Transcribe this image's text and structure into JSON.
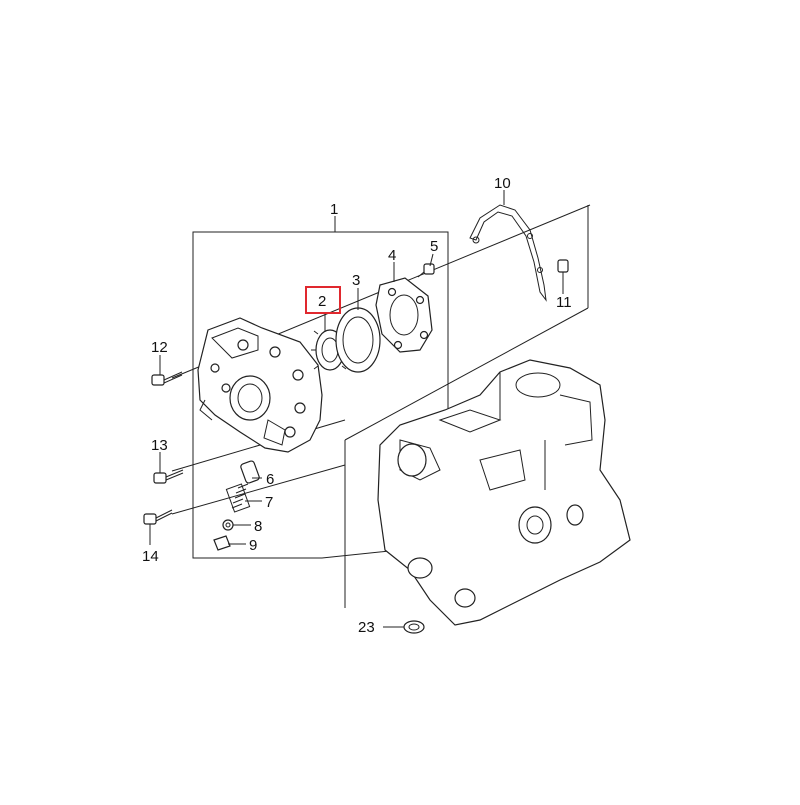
{
  "diagram": {
    "highlight_color": "#e0282e",
    "line_color": "#222222",
    "callouts": [
      {
        "id": "c1",
        "label": "1"
      },
      {
        "id": "c2",
        "label": "2",
        "highlighted": true
      },
      {
        "id": "c3",
        "label": "3"
      },
      {
        "id": "c4",
        "label": "4"
      },
      {
        "id": "c5",
        "label": "5"
      },
      {
        "id": "c6",
        "label": "6"
      },
      {
        "id": "c7",
        "label": "7"
      },
      {
        "id": "c8",
        "label": "8"
      },
      {
        "id": "c9",
        "label": "9"
      },
      {
        "id": "c10",
        "label": "10"
      },
      {
        "id": "c11",
        "label": "11"
      },
      {
        "id": "c12",
        "label": "12"
      },
      {
        "id": "c13",
        "label": "13"
      },
      {
        "id": "c14",
        "label": "14"
      },
      {
        "id": "c23",
        "label": "23"
      }
    ]
  }
}
